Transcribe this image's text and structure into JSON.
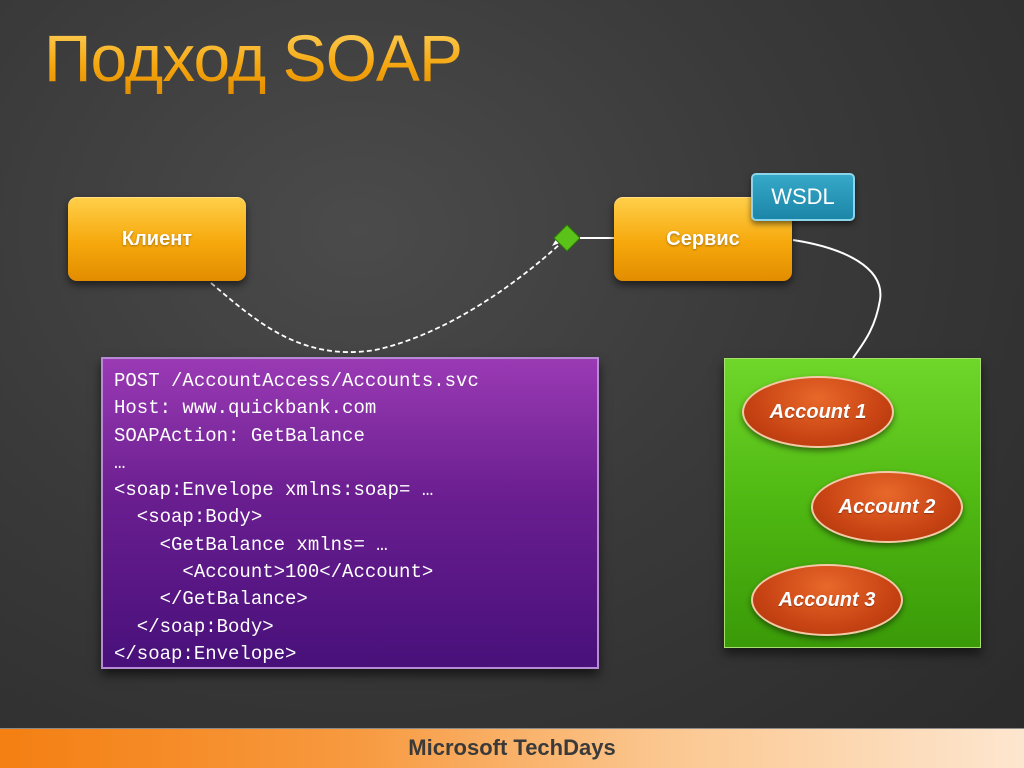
{
  "slide": {
    "title": "Подход SOAP"
  },
  "diagram": {
    "client_label": "Клиент",
    "service_label": "Сервис",
    "wsdl_label": "WSDL",
    "request_lines": [
      "POST /AccountAccess/Accounts.svc",
      "Host: www.quickbank.com",
      "SOAPAction: GetBalance",
      "…",
      "<soap:Envelope xmlns:soap= …",
      "  <soap:Body>",
      "    <GetBalance xmlns= …",
      "      <Account>100</Account>",
      "    </GetBalance>",
      "  </soap:Body>",
      "</soap:Envelope>"
    ],
    "accounts": [
      "Account 1",
      "Account 2",
      "Account 3"
    ]
  },
  "footer": {
    "text": "Microsoft TechDays"
  },
  "colors": {
    "title": "#f5b21c",
    "box_orange": "#f6a80c",
    "wsdl_blue": "#1c86a8",
    "code_purple": "#6a1e90",
    "container_green": "#4fb812",
    "account_red": "#c94414",
    "arrow_head": "#5bc21a"
  }
}
